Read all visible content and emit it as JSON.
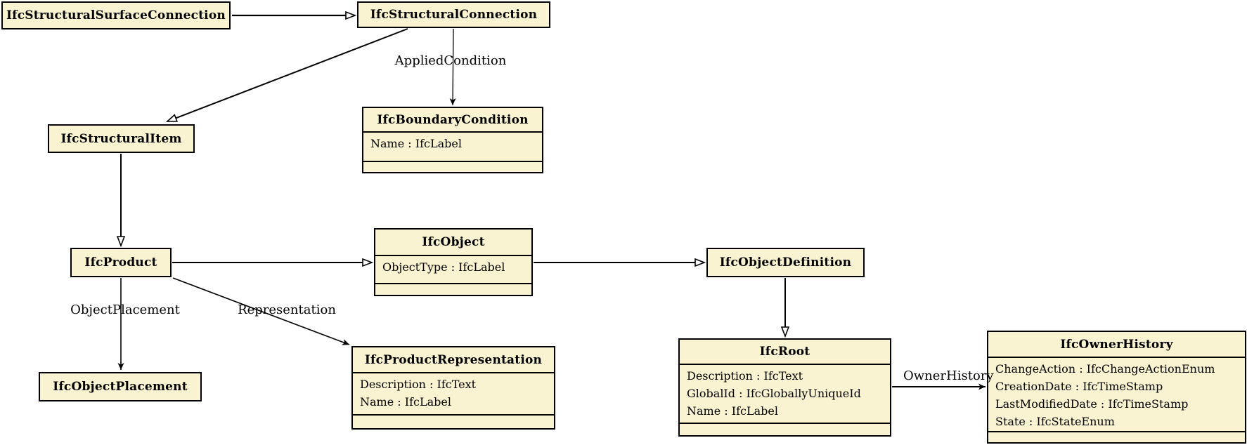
{
  "diagram": {
    "classes": {
      "structural_surface_connection": {
        "title": "IfcStructuralSurfaceConnection"
      },
      "structural_connection": {
        "title": "IfcStructuralConnection"
      },
      "boundary_condition": {
        "title": "IfcBoundaryCondition",
        "attributes": [
          "Name : IfcLabel"
        ]
      },
      "structural_item": {
        "title": "IfcStructuralItem"
      },
      "product": {
        "title": "IfcProduct"
      },
      "object": {
        "title": "IfcObject",
        "attributes": [
          "ObjectType : IfcLabel"
        ]
      },
      "object_definition": {
        "title": "IfcObjectDefinition"
      },
      "object_placement": {
        "title": "IfcObjectPlacement"
      },
      "product_representation": {
        "title": "IfcProductRepresentation",
        "attributes": [
          "Description : IfcText",
          "Name : IfcLabel"
        ]
      },
      "root": {
        "title": "IfcRoot",
        "attributes": [
          "Description : IfcText",
          "GlobalId : IfcGloballyUniqueId",
          "Name : IfcLabel"
        ]
      },
      "owner_history": {
        "title": "IfcOwnerHistory",
        "attributes": [
          "ChangeAction : IfcChangeActionEnum",
          "CreationDate : IfcTimeStamp",
          "LastModifiedDate : IfcTimeStamp",
          "State : IfcStateEnum"
        ]
      }
    },
    "edge_labels": {
      "applied_condition": "AppliedCondition",
      "object_placement": "ObjectPlacement",
      "representation": "Representation",
      "owner_history": "OwnerHistory"
    },
    "colors": {
      "box_fill": "#faf3d2",
      "box_border": "#000000",
      "background": "#ffffff"
    }
  }
}
